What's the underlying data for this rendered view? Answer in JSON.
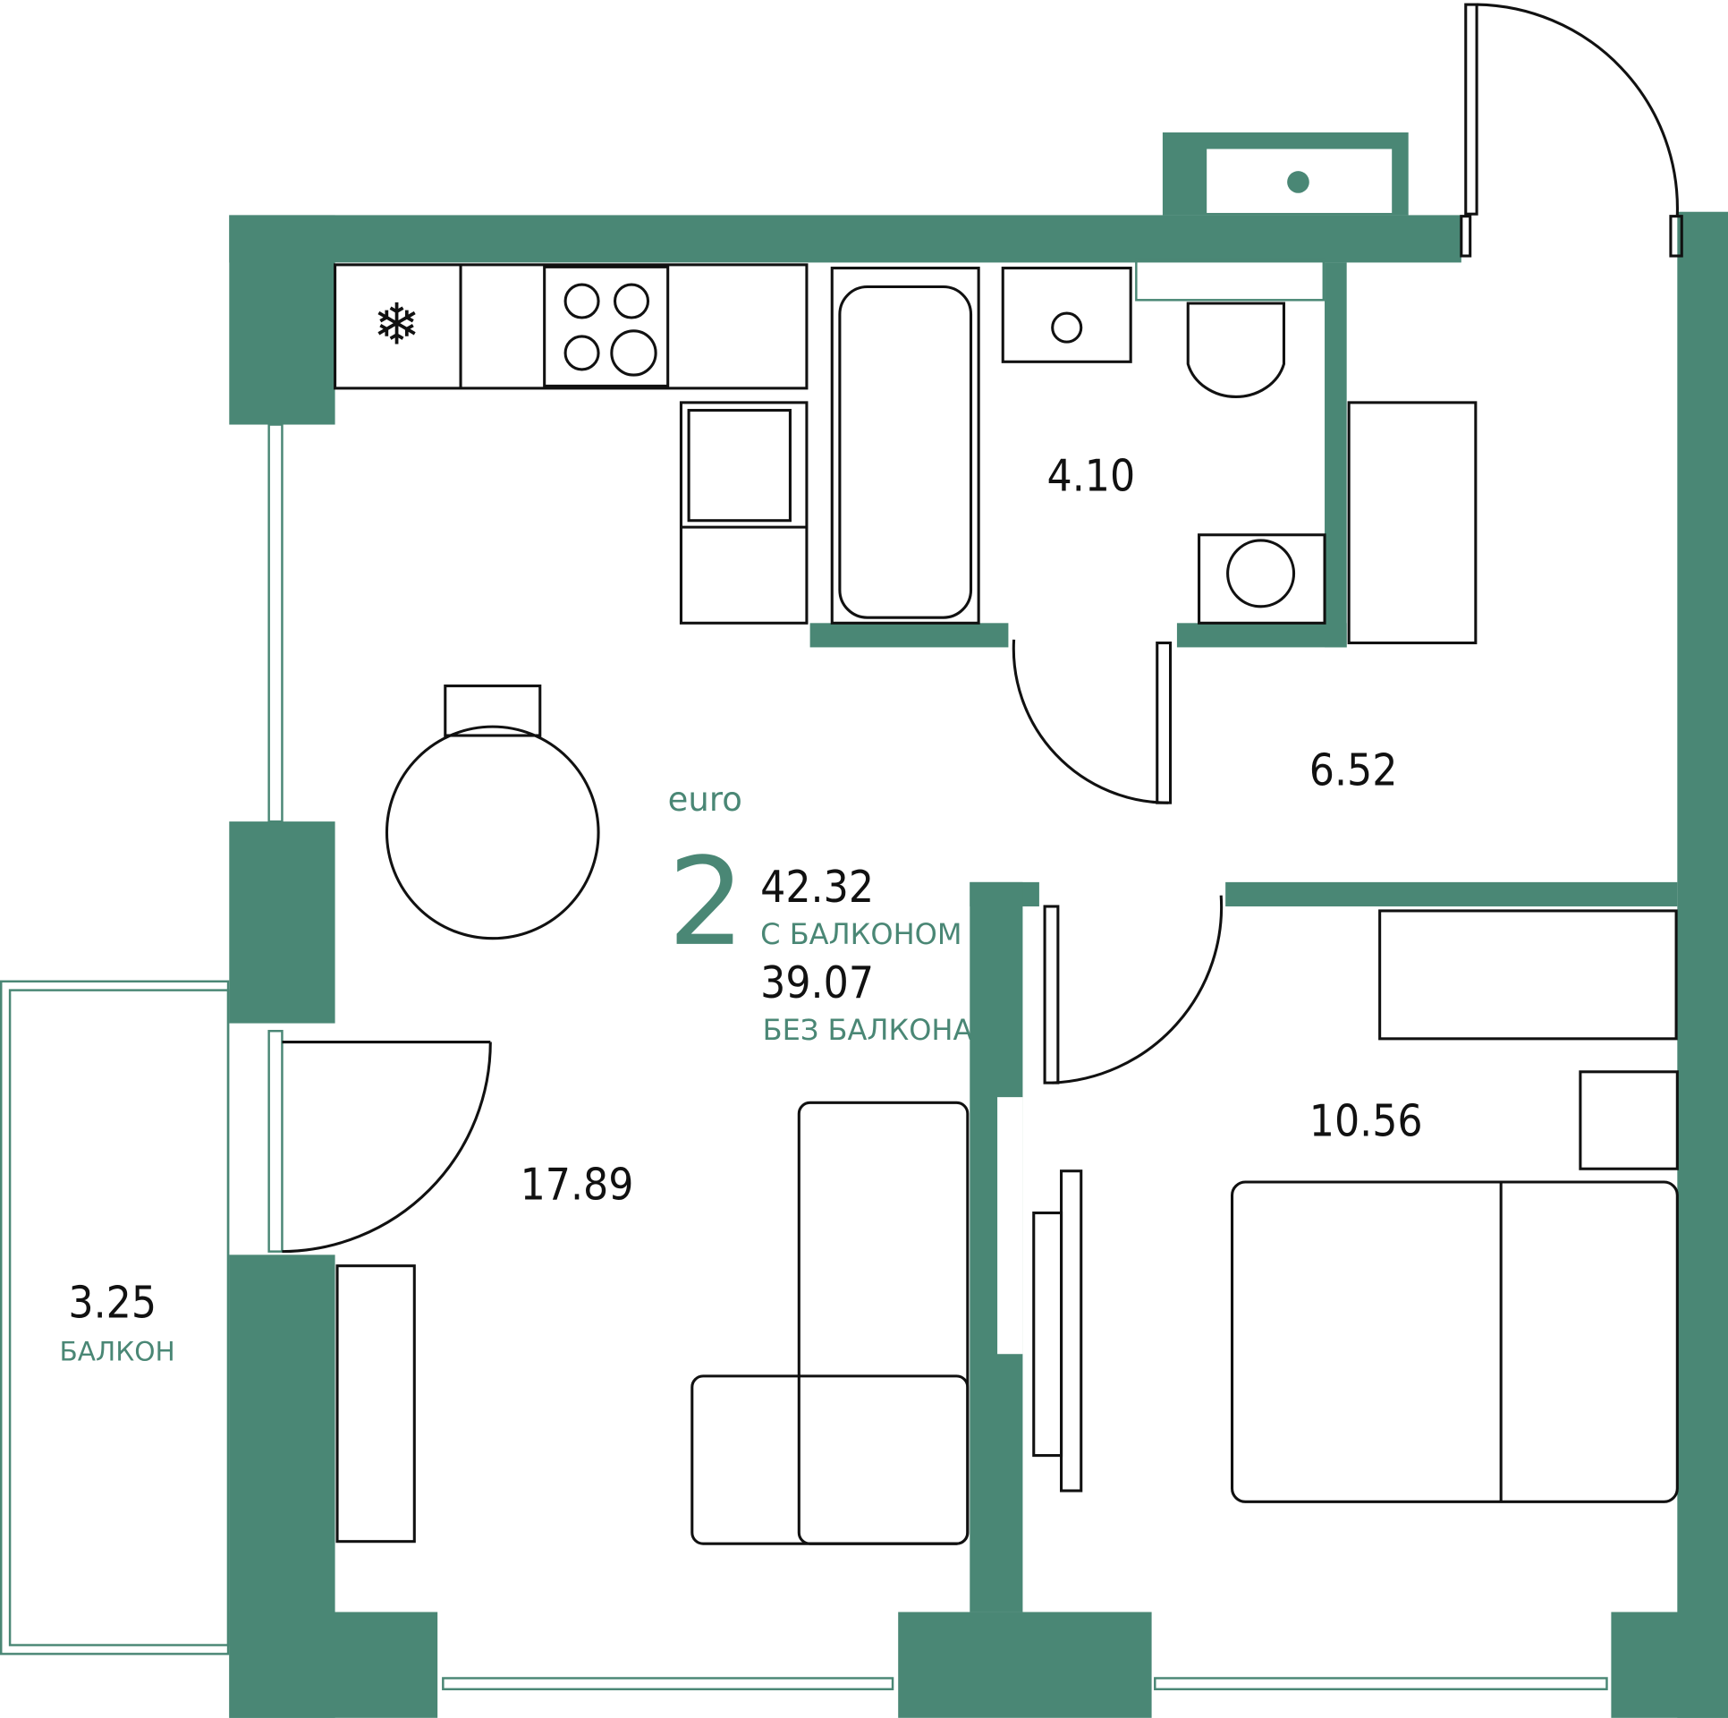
{
  "plan": {
    "type_label": "euro",
    "rooms_count": "2",
    "area_with_balcony": "42.32",
    "area_with_balcony_label": "С БАЛКОНОМ",
    "area_without_balcony": "39.07",
    "area_without_balcony_label": "БЕЗ БАЛКОНА",
    "accent_color": "#4a8775"
  },
  "rooms": {
    "living_kitchen": "17.89",
    "bathroom": "4.10",
    "hallway": "6.52",
    "bedroom": "10.56",
    "balcony": "3.25",
    "balcony_label": "БАЛКОН"
  }
}
